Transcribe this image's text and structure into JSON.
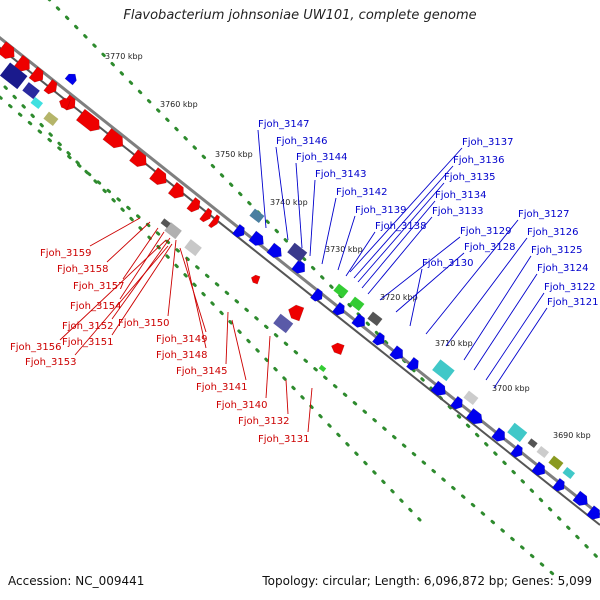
{
  "title": "Flavobacterium johnsoniae UW101, complete genome",
  "footer": {
    "accession": "Accession: NC_009441",
    "topology": "Topology: circular; Length: 6,096,872 bp; Genes: 5,099"
  },
  "colors": {
    "forward_cds": "#0000ee",
    "reverse_cds": "#ee0000",
    "label_forward": "#0000cc",
    "label_reverse": "#cc0000",
    "backbone": "#7f7f7f",
    "tick_dots": "#2e8b2e"
  },
  "scale_labels": [
    "3770 kbp",
    "3760 kbp",
    "3750 kbp",
    "3740 kbp",
    "3730 kbp",
    "3720 kbp",
    "3710 kbp",
    "3700 kbp",
    "3690 kbp"
  ],
  "labels_forward": [
    "Fjoh_3147",
    "Fjoh_3146",
    "Fjoh_3144",
    "Fjoh_3143",
    "Fjoh_3142",
    "Fjoh_3139",
    "Fjoh_3138",
    "Fjoh_3137",
    "Fjoh_3136",
    "Fjoh_3135",
    "Fjoh_3134",
    "Fjoh_3133",
    "Fjoh_3129",
    "Fjoh_3128",
    "Fjoh_3130",
    "Fjoh_3127",
    "Fjoh_3126",
    "Fjoh_3125",
    "Fjoh_3124",
    "Fjoh_3122",
    "Fjoh_3121"
  ],
  "labels_reverse": [
    "Fjoh_3159",
    "Fjoh_3158",
    "Fjoh_3157",
    "Fjoh_3154",
    "Fjoh_3152",
    "Fjoh_3150",
    "Fjoh_3156",
    "Fjoh_3151",
    "Fjoh_3149",
    "Fjoh_3153",
    "Fjoh_3148",
    "Fjoh_3145",
    "Fjoh_3141",
    "Fjoh_3140",
    "Fjoh_3132",
    "Fjoh_3131"
  ]
}
